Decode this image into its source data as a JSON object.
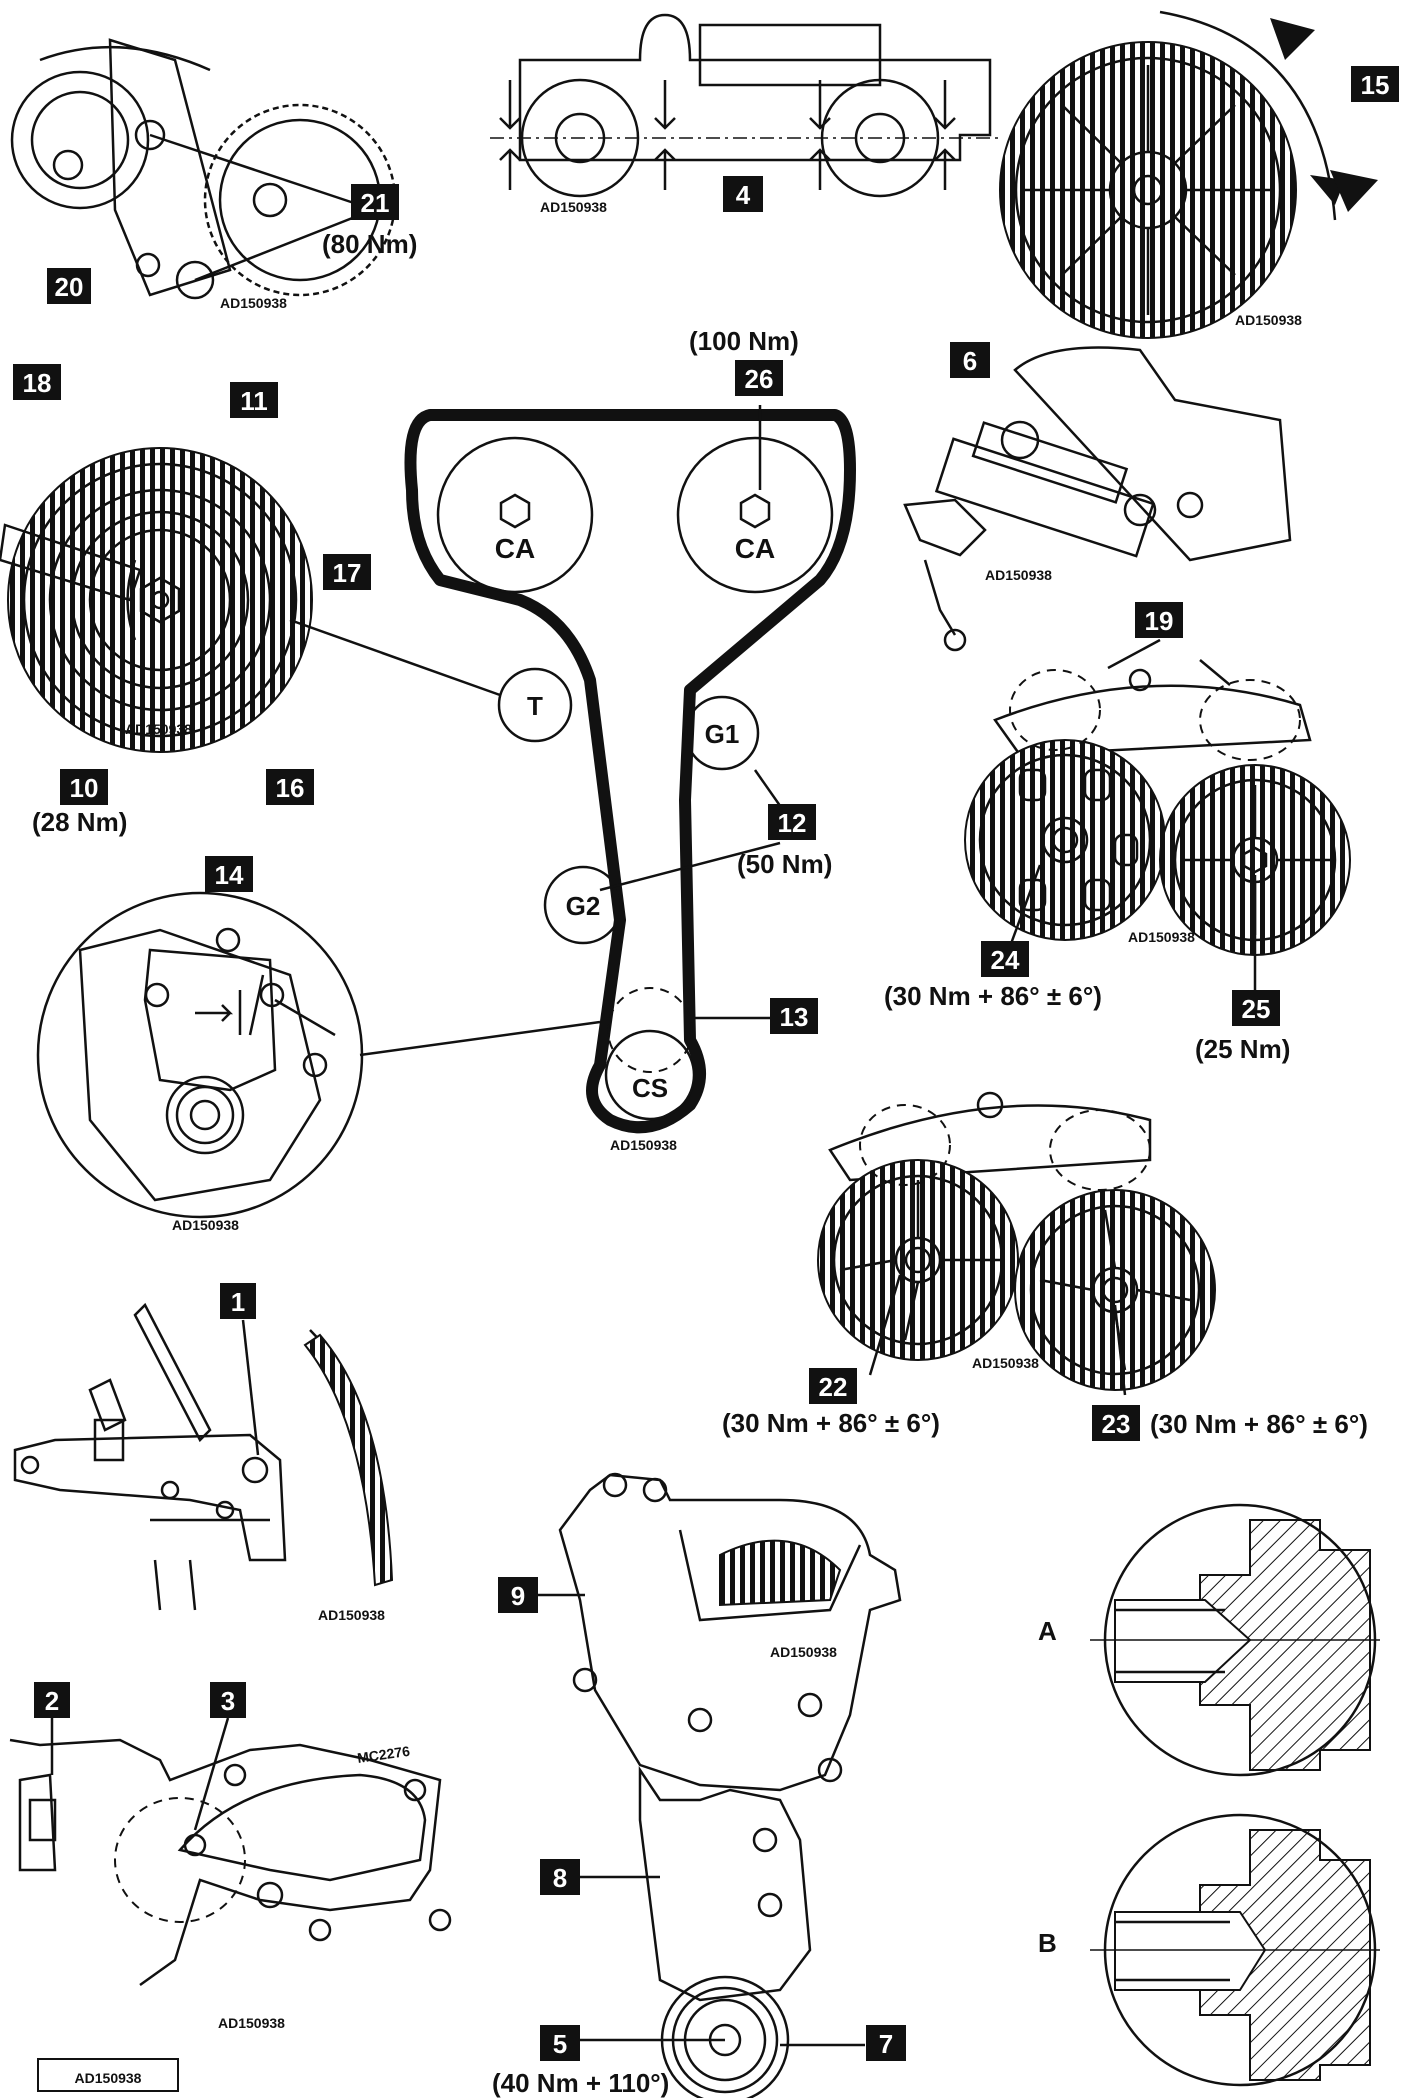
{
  "figure_ref": "AD150938",
  "panel_refs": {
    "p20": "AD150938",
    "p4": "AD150938",
    "p15": "AD150938",
    "p18": "AD150938",
    "p6": "AD150938",
    "p14": "AD150938",
    "belt": "AD150938",
    "p19": "AD150938",
    "p22": "AD150938",
    "p1": "AD150938",
    "p9": "AD150938",
    "p2": "AD150938",
    "p2b": "MC2276"
  },
  "callouts": {
    "c1": "1",
    "c2": "2",
    "c3": "3",
    "c4": "4",
    "c5": "5",
    "c6": "6",
    "c7": "7",
    "c8": "8",
    "c9": "9",
    "c10": "10",
    "c11": "11",
    "c12": "12",
    "c13": "13",
    "c14": "14",
    "c15": "15",
    "c16": "16",
    "c17": "17",
    "c18": "18",
    "c19": "19",
    "c20": "20",
    "c21": "21",
    "c22": "22",
    "c23": "23",
    "c24": "24",
    "c25": "25",
    "c26": "26"
  },
  "torques": {
    "t21": "(80 Nm)",
    "t26": "(100 Nm)",
    "t10": "(28 Nm)",
    "t12": "(50 Nm)",
    "t24": "(30 Nm + 86° ± 6°)",
    "t25": "(25 Nm)",
    "t22": "(30 Nm + 86° ± 6°)",
    "t23": "(30 Nm + 86° ± 6°)",
    "t5": "(40 Nm + 110°)"
  },
  "pulleys": {
    "cam_left": "CA",
    "cam_right": "CA",
    "tensioner": "T",
    "guide1": "G1",
    "guide2": "G2",
    "crank": "CS"
  },
  "views": {
    "a": "A",
    "b": "B"
  }
}
